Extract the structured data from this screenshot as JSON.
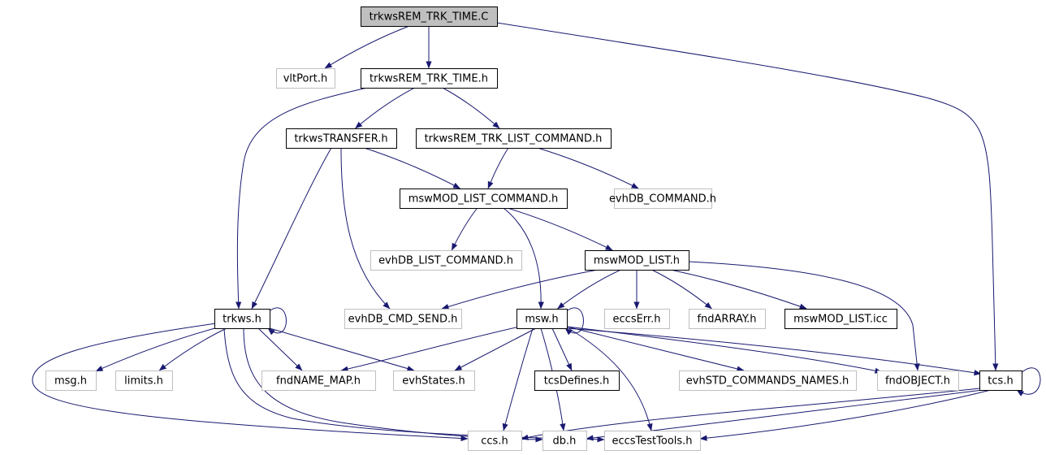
{
  "colors": {
    "edge": "#191970",
    "root_fill": "#bfbfbf",
    "documented_border": "#000000",
    "undocumented_border": "#bfbfbf",
    "undocumented_text": "#000000",
    "documented_text": "#000000",
    "background": "#ffffff"
  },
  "nodes": [
    {
      "id": "root",
      "label": "trkwsREM_TRK_TIME.C",
      "kind": "root"
    },
    {
      "id": "vltport",
      "label": "vltPort.h",
      "kind": "external"
    },
    {
      "id": "trktime",
      "label": "trkwsREM_TRK_TIME.h",
      "kind": "documented"
    },
    {
      "id": "transfer",
      "label": "trkwsTRANSFER.h",
      "kind": "documented"
    },
    {
      "id": "listcmd",
      "label": "trkwsREM_TRK_LIST_COMMAND.h",
      "kind": "documented"
    },
    {
      "id": "mswmodcmd",
      "label": "mswMOD_LIST_COMMAND.h",
      "kind": "documented"
    },
    {
      "id": "evhdbcmd",
      "label": "evhDB_COMMAND.h",
      "kind": "external"
    },
    {
      "id": "evhdblist",
      "label": "evhDB_LIST_COMMAND.h",
      "kind": "external"
    },
    {
      "id": "mswmodlist",
      "label": "mswMOD_LIST.h",
      "kind": "documented"
    },
    {
      "id": "trkws",
      "label": "trkws.h",
      "kind": "documented"
    },
    {
      "id": "evhdbsend",
      "label": "evhDB_CMD_SEND.h",
      "kind": "external"
    },
    {
      "id": "msw",
      "label": "msw.h",
      "kind": "documented"
    },
    {
      "id": "eccserr",
      "label": "eccsErr.h",
      "kind": "external"
    },
    {
      "id": "fndarray",
      "label": "fndARRAY.h",
      "kind": "external"
    },
    {
      "id": "mswicc",
      "label": "mswMOD_LIST.icc",
      "kind": "documented"
    },
    {
      "id": "msg",
      "label": "msg.h",
      "kind": "external"
    },
    {
      "id": "limits",
      "label": "limits.h",
      "kind": "external"
    },
    {
      "id": "fndname",
      "label": "fndNAME_MAP.h",
      "kind": "external"
    },
    {
      "id": "evhstates",
      "label": "evhStates.h",
      "kind": "external"
    },
    {
      "id": "tcsdefines",
      "label": "tcsDefines.h",
      "kind": "documented"
    },
    {
      "id": "evhstd",
      "label": "evhSTD_COMMANDS_NAMES.h",
      "kind": "external"
    },
    {
      "id": "fndobject",
      "label": "fndOBJECT.h",
      "kind": "external"
    },
    {
      "id": "tcs",
      "label": "tcs.h",
      "kind": "documented"
    },
    {
      "id": "ccs",
      "label": "ccs.h",
      "kind": "external"
    },
    {
      "id": "db",
      "label": "db.h",
      "kind": "external"
    },
    {
      "id": "eccstest",
      "label": "eccsTestTools.h",
      "kind": "external"
    }
  ],
  "edges": [
    [
      "root",
      "vltport"
    ],
    [
      "root",
      "trktime"
    ],
    [
      "root",
      "tcs"
    ],
    [
      "trktime",
      "transfer"
    ],
    [
      "trktime",
      "listcmd"
    ],
    [
      "trktime",
      "trkws"
    ],
    [
      "transfer",
      "mswmodcmd"
    ],
    [
      "transfer",
      "trkws"
    ],
    [
      "transfer",
      "evhdbsend"
    ],
    [
      "listcmd",
      "mswmodcmd"
    ],
    [
      "listcmd",
      "evhdbcmd"
    ],
    [
      "mswmodcmd",
      "evhdblist"
    ],
    [
      "mswmodcmd",
      "mswmodlist"
    ],
    [
      "mswmodcmd",
      "msw"
    ],
    [
      "mswmodlist",
      "evhdbsend"
    ],
    [
      "mswmodlist",
      "msw"
    ],
    [
      "mswmodlist",
      "eccserr"
    ],
    [
      "mswmodlist",
      "fndarray"
    ],
    [
      "mswmodlist",
      "mswicc"
    ],
    [
      "mswmodlist",
      "fndobject"
    ],
    [
      "trkws",
      "trkws"
    ],
    [
      "trkws",
      "msg"
    ],
    [
      "trkws",
      "limits"
    ],
    [
      "trkws",
      "fndname"
    ],
    [
      "trkws",
      "evhstates"
    ],
    [
      "trkws",
      "ccs"
    ],
    [
      "trkws",
      "db"
    ],
    [
      "trkws",
      "eccstest"
    ],
    [
      "msw",
      "msw"
    ],
    [
      "msw",
      "fndname"
    ],
    [
      "msw",
      "evhstates"
    ],
    [
      "msw",
      "tcsdefines"
    ],
    [
      "msw",
      "evhstd"
    ],
    [
      "msw",
      "fndobject"
    ],
    [
      "msw",
      "tcs"
    ],
    [
      "msw",
      "ccs"
    ],
    [
      "msw",
      "db"
    ],
    [
      "msw",
      "eccstest"
    ],
    [
      "tcs",
      "tcs"
    ],
    [
      "tcs",
      "ccs"
    ],
    [
      "tcs",
      "db"
    ],
    [
      "tcs",
      "eccstest"
    ]
  ]
}
